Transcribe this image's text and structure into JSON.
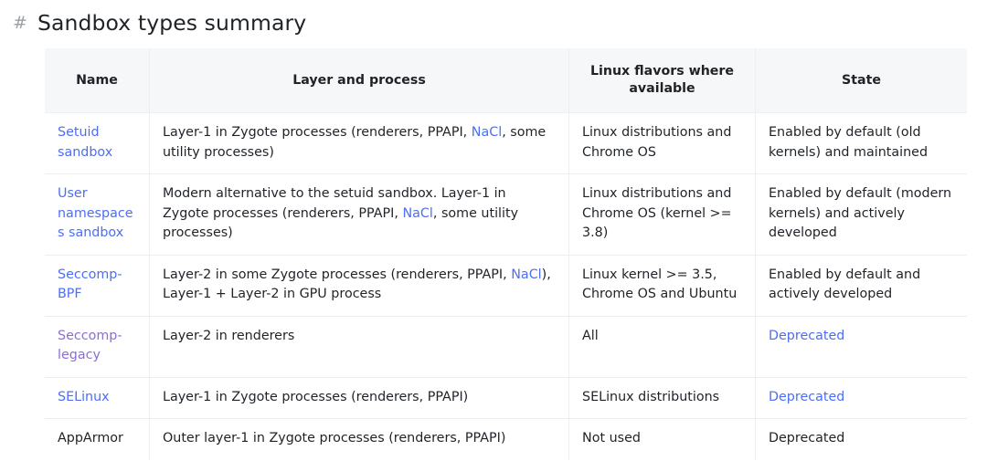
{
  "heading": {
    "anchor_icon": "#",
    "anchor_icon_name": "hash-anchor-icon",
    "title": "Sandbox types summary"
  },
  "colors": {
    "link": "#4c6ef5",
    "link_visited": "#8b6fce",
    "text": "#1f2328",
    "header_bg": "#f6f7f8",
    "border": "#eceef0"
  },
  "table": {
    "columns": [
      "Name",
      "Layer and process",
      "Linux flavors where available",
      "State"
    ],
    "rows": [
      {
        "name": "Setuid sandbox",
        "name_is_link": true,
        "name_visited": false,
        "layer_parts": [
          {
            "text": "Layer-1 in Zygote processes (renderers, PPAPI, ",
            "link": false
          },
          {
            "text": "NaCl",
            "link": true
          },
          {
            "text": ", some utility processes)",
            "link": false
          }
        ],
        "layer_plain": "Layer-1 in Zygote processes (renderers, PPAPI, NaCl, some utility processes)",
        "flavors": "Linux distributions and Chrome OS",
        "state": "Enabled by default (old kernels) and maintained",
        "state_is_link": false
      },
      {
        "name": "User namespaces sandbox",
        "name_is_link": true,
        "name_visited": false,
        "layer_parts": [
          {
            "text": "Modern alternative to the setuid sandbox. Layer-1 in Zygote processes (renderers, PPAPI, ",
            "link": false
          },
          {
            "text": "NaCl",
            "link": true
          },
          {
            "text": ", some utility processes)",
            "link": false
          }
        ],
        "layer_plain": "Modern alternative to the setuid sandbox. Layer-1 in Zygote processes (renderers, PPAPI, NaCl, some utility processes)",
        "flavors": "Linux distributions and Chrome OS (kernel >= 3.8)",
        "state": "Enabled by default (modern kernels) and actively developed",
        "state_is_link": false
      },
      {
        "name": "Seccomp-BPF",
        "name_is_link": true,
        "name_visited": false,
        "layer_parts": [
          {
            "text": "Layer-2 in some Zygote processes (renderers, PPAPI, ",
            "link": false
          },
          {
            "text": "NaCl",
            "link": true
          },
          {
            "text": "), Layer-1 + Layer-2 in GPU process",
            "link": false
          }
        ],
        "layer_plain": "Layer-2 in some Zygote processes (renderers, PPAPI, NaCl), Layer-1 + Layer-2 in GPU process",
        "flavors": "Linux kernel >= 3.5, Chrome OS and Ubuntu",
        "state": "Enabled by default and actively developed",
        "state_is_link": false
      },
      {
        "name": "Seccomp-legacy",
        "name_is_link": true,
        "name_visited": true,
        "layer_parts": [
          {
            "text": "Layer-2 in renderers",
            "link": false
          }
        ],
        "layer_plain": "Layer-2 in renderers",
        "flavors": "All",
        "state": "Deprecated",
        "state_is_link": true
      },
      {
        "name": "SELinux",
        "name_is_link": true,
        "name_visited": false,
        "layer_parts": [
          {
            "text": "Layer-1 in Zygote processes (renderers, PPAPI)",
            "link": false
          }
        ],
        "layer_plain": "Layer-1 in Zygote processes (renderers, PPAPI)",
        "flavors": "SELinux distributions",
        "state": "Deprecated",
        "state_is_link": true
      },
      {
        "name": "AppArmor",
        "name_is_link": false,
        "name_visited": false,
        "layer_parts": [
          {
            "text": "Outer layer-1 in Zygote processes (renderers, PPAPI)",
            "link": false
          }
        ],
        "layer_plain": "Outer layer-1 in Zygote processes (renderers, PPAPI)",
        "flavors": "Not used",
        "state": "Deprecated",
        "state_is_link": false
      }
    ]
  }
}
